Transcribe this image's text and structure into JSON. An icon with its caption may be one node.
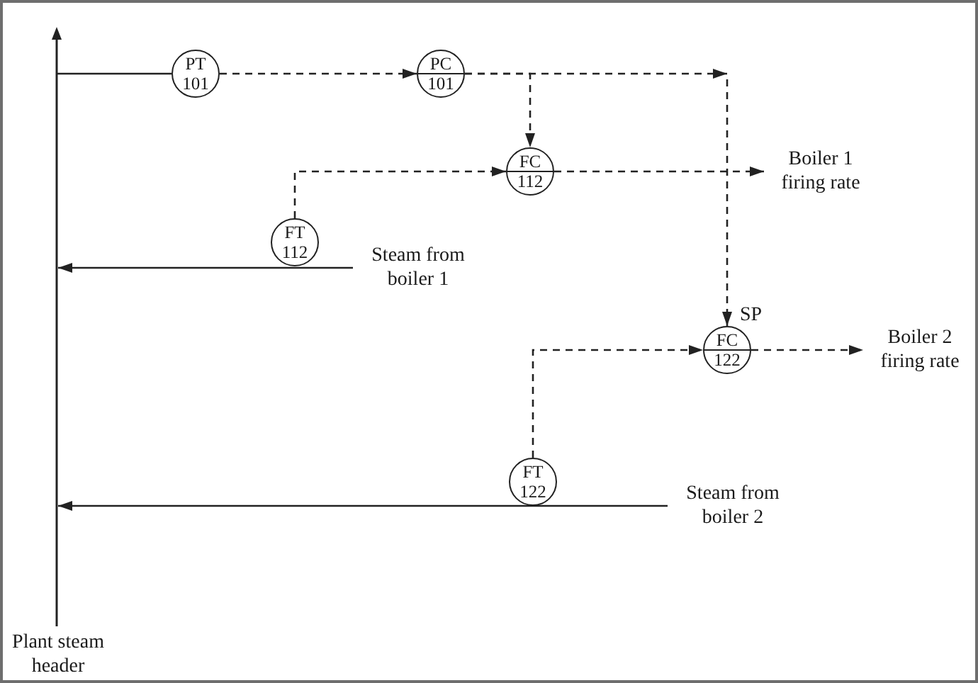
{
  "diagram": {
    "nodes": [
      {
        "text": [
          "PT",
          "101"
        ]
      },
      {
        "text": [
          "PC",
          "101"
        ]
      },
      {
        "text": [
          "FC",
          "112"
        ]
      },
      {
        "text": [
          "Boiler 1 firing rate"
        ]
      },
      {
        "text": [
          "FT",
          "112"
        ]
      },
      {
        "text": [
          "Steam from boiler 1"
        ]
      },
      {
        "text": [
          "FC",
          "122"
        ],
        "beside": [
          "SP"
        ]
      },
      {
        "text": [
          "Boiler 2 firing rate"
        ]
      },
      {
        "text": [
          "FT",
          "122"
        ]
      },
      {
        "text": [
          "Steam from boiler 2"
        ]
      },
      {
        "text": [
          "Plant steam header"
        ]
      }
    ],
    "edges": [
      {
        "from": 10,
        "to": 0,
        "arrow": "none"
      },
      {
        "from": 0,
        "to": 1,
        "arrow": "to",
        "style": "dashed"
      },
      {
        "from": 1,
        "to": 2,
        "arrow": "to",
        "style": "dashed"
      },
      {
        "from": 1,
        "to": 6,
        "arrow": "to",
        "style": "dashed"
      },
      {
        "from": 4,
        "to": 2,
        "arrow": "to",
        "style": "dashed"
      },
      {
        "from": 2,
        "to": 3,
        "arrow": "to",
        "style": "dashed"
      },
      {
        "from": 5,
        "to": 10,
        "arrow": "to"
      },
      {
        "from": 8,
        "to": 6,
        "arrow": "to",
        "style": "dashed"
      },
      {
        "from": 6,
        "to": 7,
        "arrow": "to",
        "style": "dashed"
      },
      {
        "from": 9,
        "to": 10,
        "arrow": "to"
      }
    ]
  }
}
